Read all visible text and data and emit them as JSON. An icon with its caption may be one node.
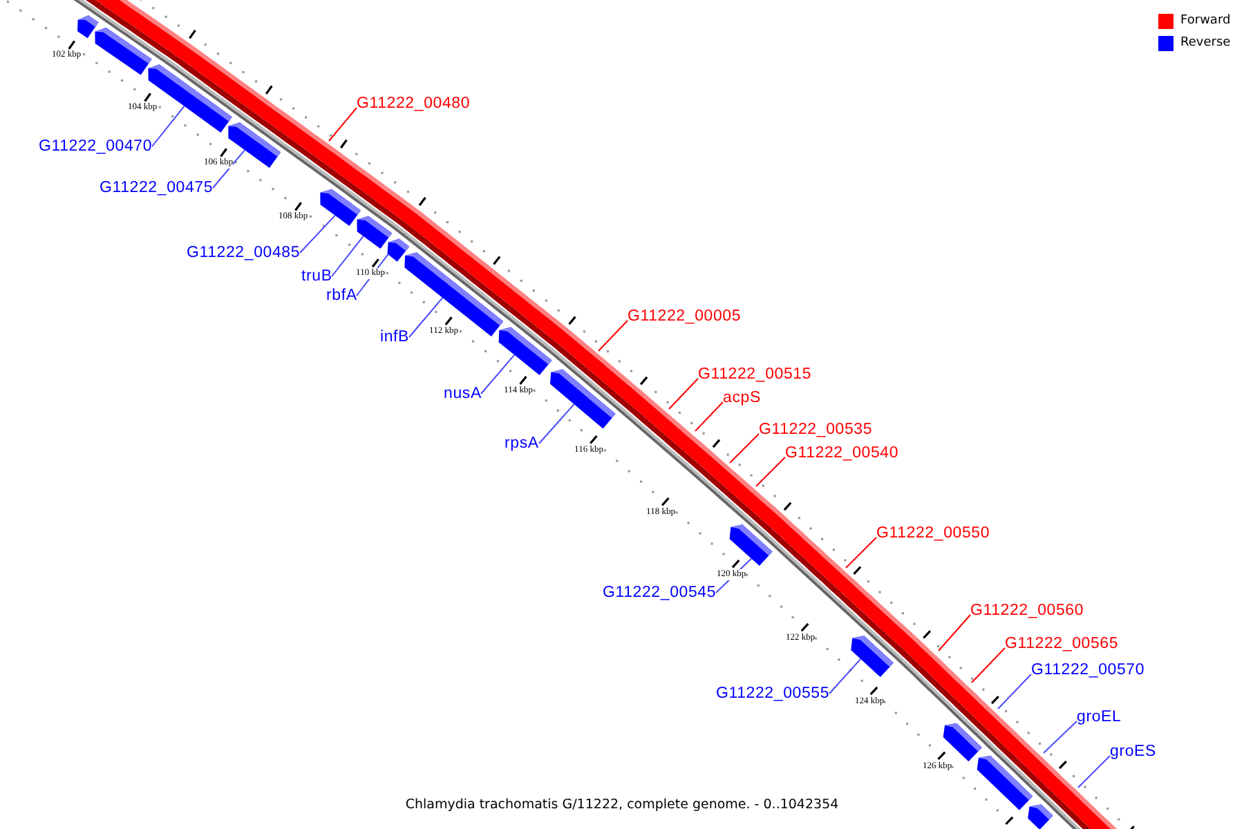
{
  "diagram": {
    "caption": "Chlamydia trachomatis G/11222, complete genome. - 0..1042354",
    "nodes": [
      {
        "text": [
          "G11222_00470"
        ]
      },
      {
        "text": [
          "G11222_00480"
        ]
      },
      {
        "text": [
          "G11222_00475"
        ]
      },
      {
        "text": [
          "G11222_00485"
        ]
      },
      {
        "text": [
          "truB"
        ]
      },
      {
        "text": [
          "rbfA"
        ]
      },
      {
        "text": [
          "G11222_00005"
        ]
      },
      {
        "text": [
          "infB"
        ]
      },
      {
        "text": [
          "G11222_00515"
        ]
      },
      {
        "text": [
          "nusA"
        ]
      },
      {
        "text": [
          "acpS"
        ]
      },
      {
        "text": [
          "G11222_00535"
        ]
      },
      {
        "text": [
          "rpsA"
        ]
      },
      {
        "text": [
          "G11222_00540"
        ]
      },
      {
        "text": [
          "G11222_00550"
        ]
      },
      {
        "text": [
          "G11222_00545"
        ]
      },
      {
        "text": [
          "G11222_00560"
        ]
      },
      {
        "text": [
          "G11222_00565"
        ]
      },
      {
        "text": [
          "G11222_00570"
        ]
      },
      {
        "text": [
          "G11222_00555"
        ]
      },
      {
        "text": [
          "groEL"
        ]
      },
      {
        "text": [
          "groES"
        ]
      },
      {
        "text": [],
        "shape": "bar"
      },
      {
        "text": [],
        "shape": "bar"
      },
      {
        "text": [],
        "shape": "bar"
      },
      {
        "text": [],
        "shape": "bar"
      },
      {
        "text": [],
        "shape": "bar"
      },
      {
        "text": [],
        "shape": "bar"
      },
      {
        "text": [],
        "shape": "bar"
      },
      {
        "text": [],
        "shape": "bar"
      },
      {
        "text": [],
        "shape": "bar"
      },
      {
        "text": [],
        "shape": "bar"
      },
      {
        "text": [],
        "shape": "bar"
      },
      {
        "text": [],
        "shape": "bar"
      },
      {
        "text": [],
        "shape": "bar"
      },
      {
        "text": [],
        "shape": "bar"
      },
      {
        "text": [],
        "shape": "bar"
      }
    ],
    "edges": [
      {
        "from": 0,
        "to": 24,
        "arrow": "none"
      },
      {
        "from": 1,
        "to": null,
        "arrow": "none",
        "color": "#ff0000"
      },
      {
        "from": 2,
        "to": 25,
        "arrow": "none"
      },
      {
        "from": 3,
        "to": 26,
        "arrow": "none"
      },
      {
        "from": 4,
        "to": 27,
        "arrow": "none"
      },
      {
        "from": 5,
        "to": 28,
        "arrow": "none"
      },
      {
        "from": 6,
        "to": null,
        "arrow": "none",
        "color": "#ff0000"
      },
      {
        "from": 7,
        "to": 29,
        "arrow": "none"
      },
      {
        "from": 8,
        "to": null,
        "arrow": "none",
        "color": "#ff0000"
      },
      {
        "from": 9,
        "to": 30,
        "arrow": "none"
      },
      {
        "from": 10,
        "to": null,
        "arrow": "none",
        "color": "#ff0000"
      },
      {
        "from": 11,
        "to": null,
        "arrow": "none",
        "color": "#ff0000"
      },
      {
        "from": 12,
        "to": 31,
        "arrow": "none"
      },
      {
        "from": 13,
        "to": null,
        "arrow": "none",
        "color": "#ff0000"
      },
      {
        "from": 14,
        "to": null,
        "arrow": "none",
        "color": "#ff0000"
      },
      {
        "from": 15,
        "to": 32,
        "arrow": "none"
      },
      {
        "from": 16,
        "to": null,
        "arrow": "none",
        "color": "#ff0000"
      },
      {
        "from": 17,
        "to": null,
        "arrow": "none",
        "color": "#ff0000"
      },
      {
        "from": 18,
        "to": null,
        "arrow": "none"
      },
      {
        "from": 19,
        "to": 33,
        "arrow": "none"
      },
      {
        "from": 20,
        "to": null,
        "arrow": "none"
      },
      {
        "from": 21,
        "to": null,
        "arrow": "none"
      }
    ],
    "labels": [
      "102 kbp",
      "104 kbp",
      "106 kbp",
      "108 kbp",
      "110 kbp",
      "112 kbp",
      "114 kbp",
      "116 kbp",
      "118 kbp",
      "120 kbp",
      "122 kbp",
      "124 kbp",
      "126 kbp"
    ],
    "legend": [
      {
        "text": "Forward",
        "color": "#ff0000"
      },
      {
        "text": "Reverse",
        "color": "#0000ff"
      }
    ]
  }
}
